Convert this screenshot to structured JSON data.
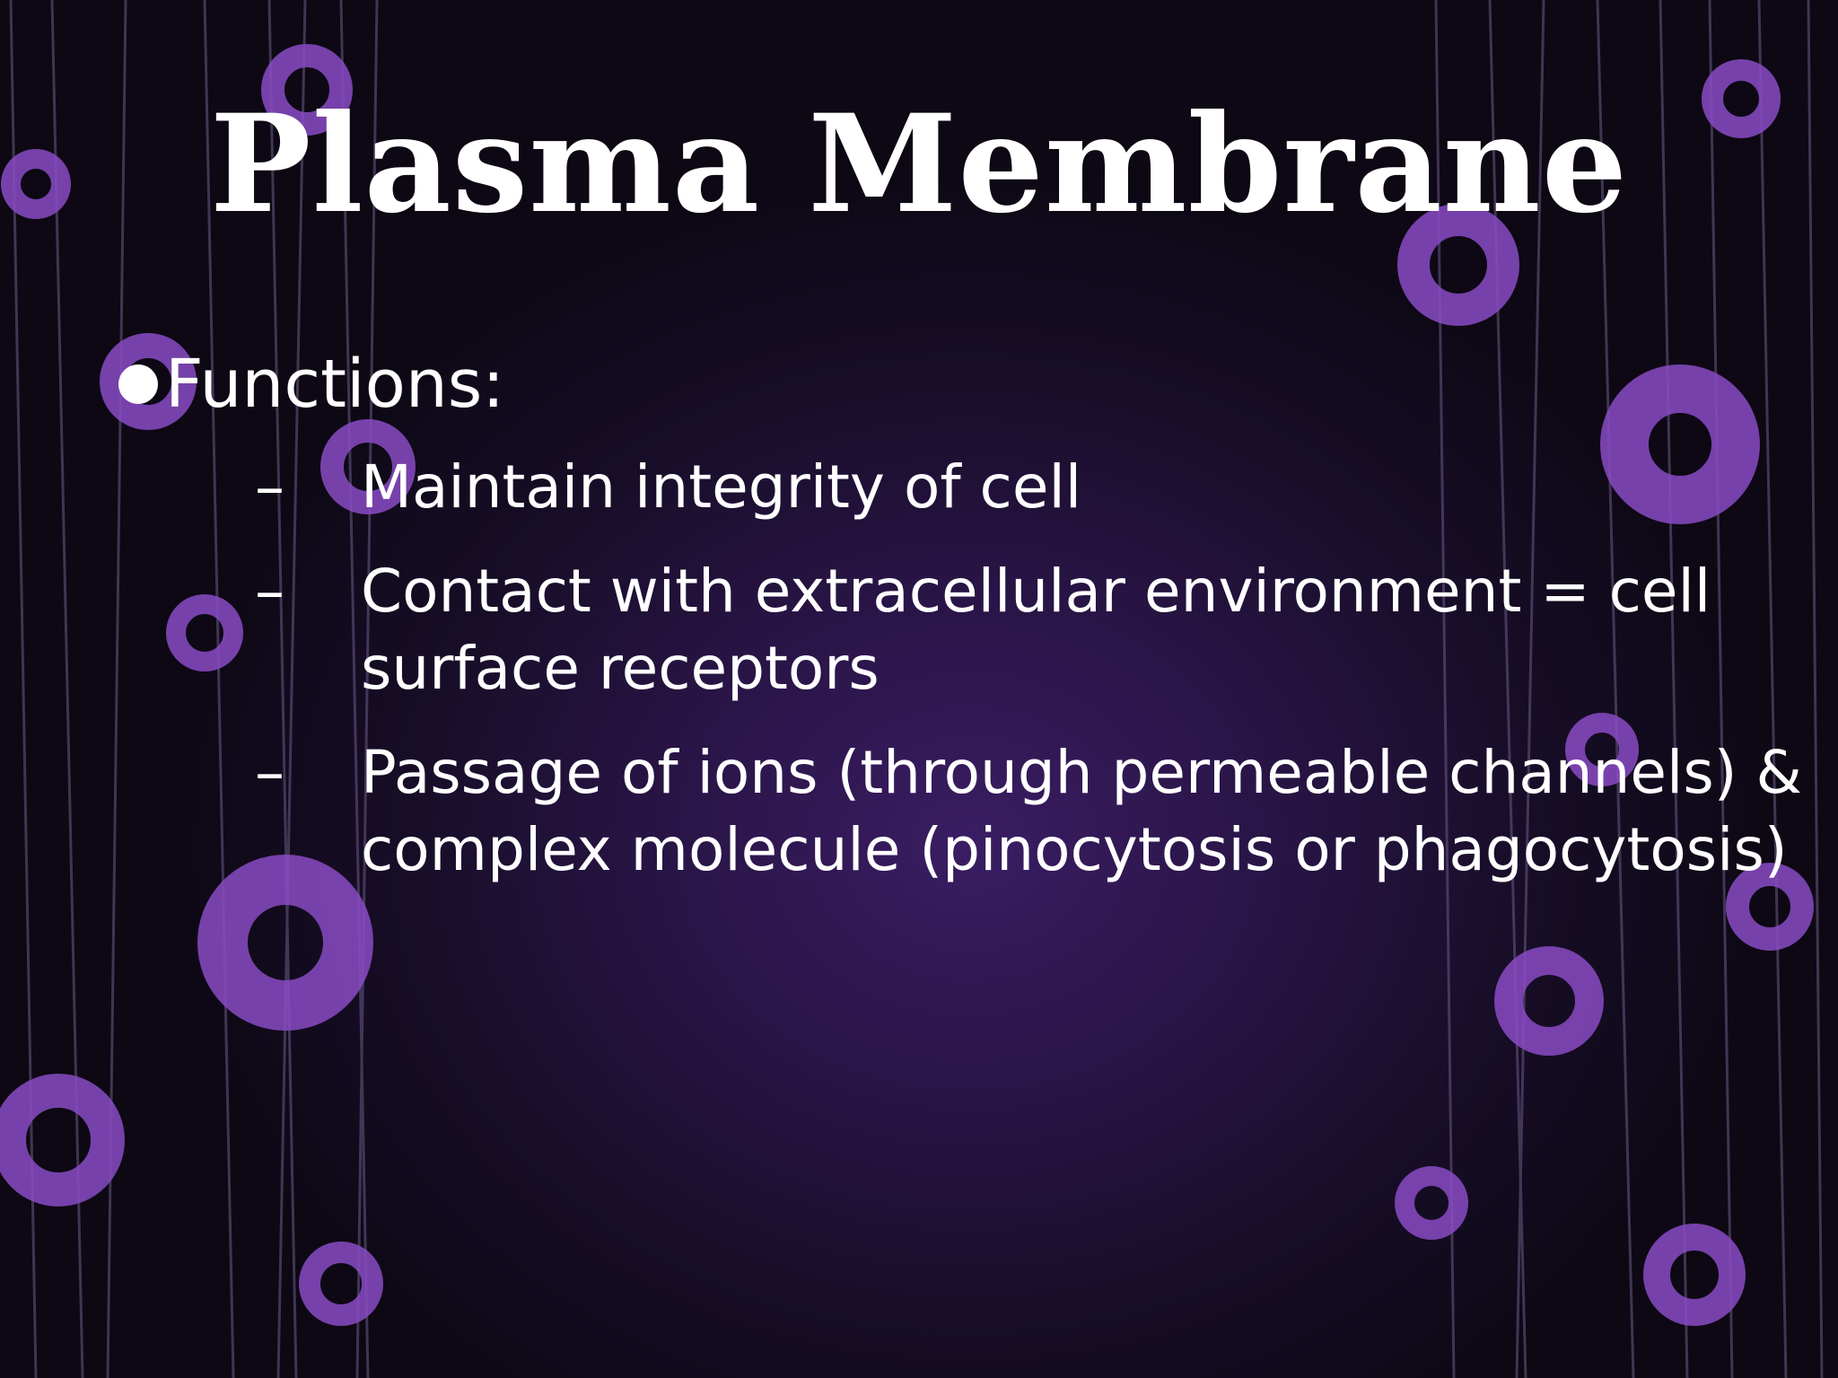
{
  "slide": {
    "title": "Plasma Membrane",
    "bullet": {
      "label": "Functions:",
      "sub_dash": "–",
      "items": [
        "Maintain integrity of cell",
        "Contact with extracellular environment = cell surface receptors",
        "Passage of ions (through permeable channels) & complex molecule (pinocytosis or phagocytosis)"
      ]
    }
  },
  "colors": {
    "background_center": "#3a1d63",
    "background_edge": "#0d0814",
    "ring": "#8a4bc4",
    "text": "#ffffff"
  }
}
